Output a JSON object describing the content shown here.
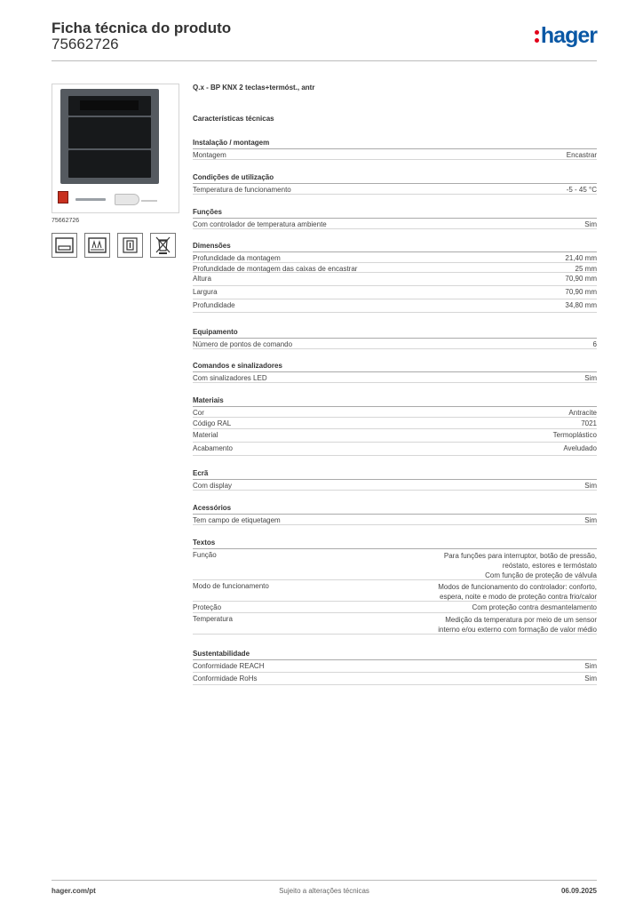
{
  "header": {
    "title": "Ficha técnica do produto",
    "code": "75662726",
    "logo_text": "hager",
    "logo_color": "#0a58a5",
    "logo_dots_color": "#e2001a"
  },
  "product": {
    "image_ref": "75662726",
    "name": "Q.x - BP KNX 2 teclas+termóst., antr",
    "icons": [
      "flush-mount-icon",
      "sliding-window-icon",
      "clamp-terminal-icon",
      "weee-bin-icon"
    ]
  },
  "tech_title": "Características técnicas",
  "sections": [
    {
      "title": "Instalação / montagem",
      "rows": [
        {
          "k": "Montagem",
          "v": "Encastrar"
        }
      ]
    },
    {
      "title": "Condições de utilização",
      "rows": [
        {
          "k": "Temperatura de funcionamento",
          "v": "-5 - 45 °C"
        }
      ]
    },
    {
      "title": "Funções",
      "rows": [
        {
          "k": "Com controlador de temperatura ambiente",
          "v": "Sim"
        }
      ]
    },
    {
      "title": "Dimensões",
      "rows": [
        {
          "k": "Profundidade da montagem",
          "v": "21,40 mm"
        },
        {
          "k": "Profundidade de montagem das caixas de encastrar",
          "v": "25 mm"
        },
        {
          "k": "Altura",
          "v": "70,90 mm"
        },
        {
          "k": "Largura",
          "v": "70,90 mm"
        },
        {
          "k": "Profundidade",
          "v": "34,80 mm"
        }
      ]
    },
    {
      "title": "Equipamento",
      "rows": [
        {
          "k": "Número de pontos de comando",
          "v": "6"
        }
      ]
    },
    {
      "title": "Comandos e sinalizadores",
      "rows": [
        {
          "k": "Com sinalizadores LED",
          "v": "Sim"
        }
      ]
    },
    {
      "title": "Materiais",
      "rows": [
        {
          "k": "Cor",
          "v": "Antracite"
        },
        {
          "k": "Código RAL",
          "v": "7021"
        },
        {
          "k": "Material",
          "v": "Termoplástico"
        },
        {
          "k": "Acabamento",
          "v": "Aveludado"
        }
      ]
    },
    {
      "title": "Ecrã",
      "rows": [
        {
          "k": "Com display",
          "v": "Sim"
        }
      ]
    },
    {
      "title": "Acessórios",
      "rows": [
        {
          "k": "Tem campo de etiquetagem",
          "v": "Sim"
        }
      ]
    },
    {
      "title": "Textos",
      "rows": [
        {
          "k": "Função",
          "v": "Para funções para interruptor, botão de pressão,\nreóstato, estores e termóstato\nCom função de proteção de válvula"
        },
        {
          "k": "Modo de funcionamento",
          "v": "Modos de funcionamento do controlador: conforto,\nespera, noite e modo de proteção contra frio/calor"
        },
        {
          "k": "Proteção",
          "v": "Com proteção contra desmantelamento"
        },
        {
          "k": "Temperatura",
          "v": "Medição da temperatura por meio de um sensor\ninterno e/ou externo com formação de valor médio"
        }
      ]
    },
    {
      "title": "Sustentabilidade",
      "rows": [
        {
          "k": "Conformidade REACH",
          "v": "Sim"
        },
        {
          "k": "Conformidade RoHs",
          "v": "Sim"
        }
      ]
    }
  ],
  "footer": {
    "left": "hager.com/pt",
    "center": "Sujeito a alterações técnicas",
    "right": "06.09.2025"
  }
}
